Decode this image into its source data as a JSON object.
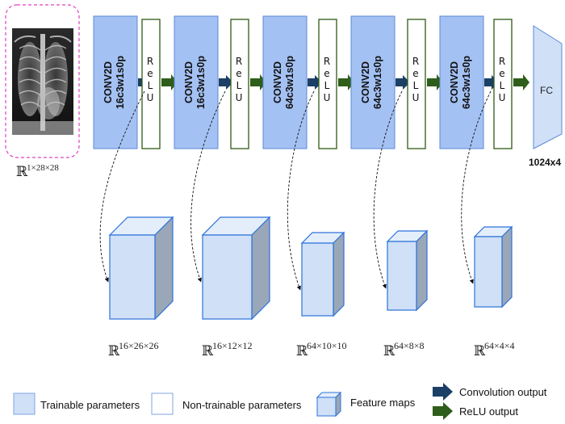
{
  "input": {
    "caption_base": "ℝ",
    "caption_sup": "1×28×28"
  },
  "layers": [
    {
      "conv_line1": "CONV2D",
      "conv_line2": "16c3w1s0p",
      "relu_text": "R e L U"
    },
    {
      "conv_line1": "CONV2D",
      "conv_line2": "16c3w1s0p",
      "relu_text": "R e L U"
    },
    {
      "conv_line1": "CONV2D",
      "conv_line2": "64c3w1s0p",
      "relu_text": "R e L U"
    },
    {
      "conv_line1": "CONV2D",
      "conv_line2": "64c3w1s0p",
      "relu_text": "R e L U"
    },
    {
      "conv_line1": "CONV2D",
      "conv_line2": "64c3w1s0p",
      "relu_text": "R e L U"
    }
  ],
  "fc": {
    "label": "FC",
    "size_label": "1024x4"
  },
  "feature_maps": [
    {
      "base": "ℝ",
      "sup": "16×26×26"
    },
    {
      "base": "ℝ",
      "sup": "16×12×12"
    },
    {
      "base": "ℝ",
      "sup": "64×10×10"
    },
    {
      "base": "ℝ",
      "sup": "64×8×8"
    },
    {
      "base": "ℝ",
      "sup": "64×4×4"
    }
  ],
  "legend": {
    "trainable": "Trainable parameters",
    "non_trainable": "Non-trainable parameters",
    "feature_maps": "Feature maps",
    "conv_output": "Convolution output",
    "relu_output": "ReLU output"
  },
  "colors": {
    "conv_fill": "#a4c1f3",
    "conv_stroke": "#5b8ad6",
    "relu_stroke": "#2e5a14",
    "conv_arrow": "#1c3f66",
    "relu_arrow": "#2f5d1a",
    "cube_front": "#cfe0f7",
    "cube_top": "#e4eefb",
    "cube_side": "#9aa7b8",
    "cube_stroke": "#2c72d9",
    "input_border": "#e040c0",
    "fc_fill": "#cfe0f7"
  },
  "icons": {
    "xray": "chest-xray-image",
    "conv_arrow": "dark-blue-block-arrow",
    "relu_arrow": "dark-green-block-arrow"
  }
}
